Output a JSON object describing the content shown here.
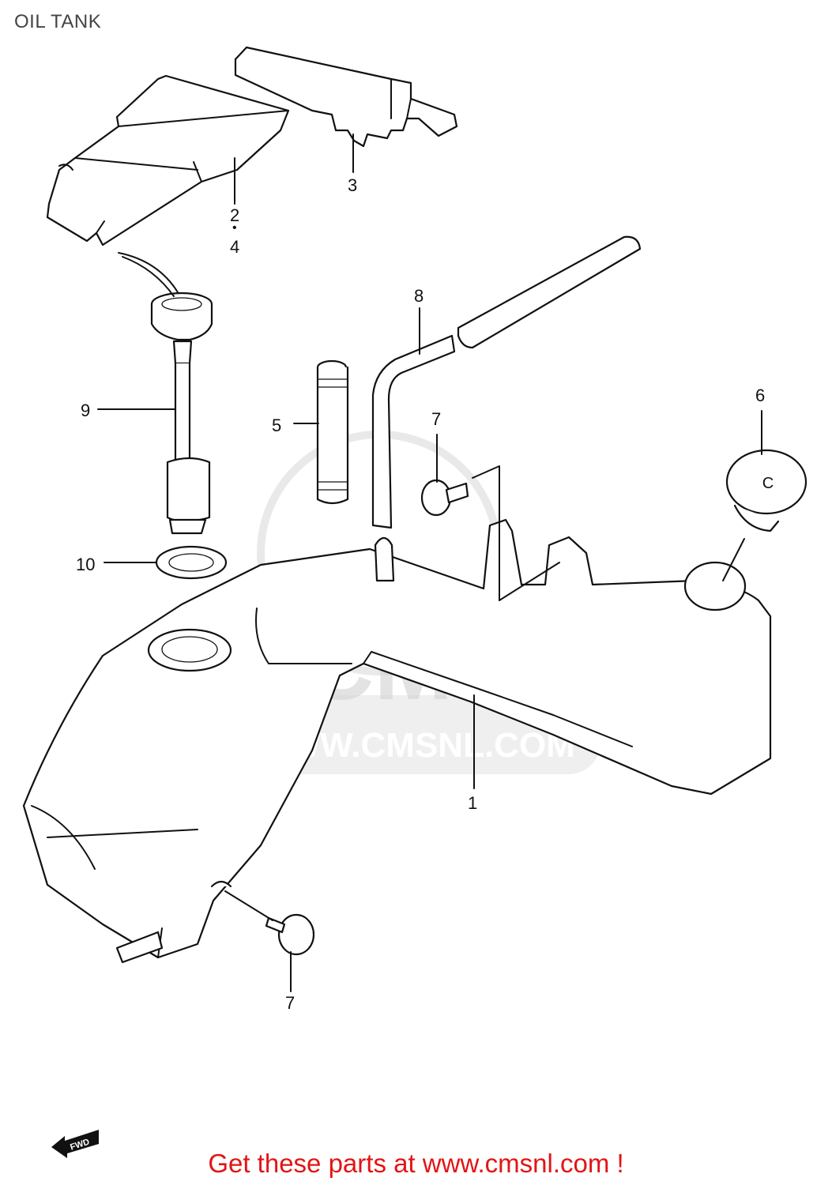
{
  "page": {
    "title": "OIL TANK",
    "footer": "Get these parts at www.cmsnl.com !",
    "fwd_label": "FWD"
  },
  "watermark": {
    "brand": "CMS",
    "url": "WWW.CMSNL.COM"
  },
  "callouts": [
    {
      "id": "1",
      "label": "1"
    },
    {
      "id": "2",
      "label": "2"
    },
    {
      "id": "2b",
      "label": "•"
    },
    {
      "id": "4",
      "label": "4"
    },
    {
      "id": "3",
      "label": "3"
    },
    {
      "id": "5",
      "label": "5"
    },
    {
      "id": "6",
      "label": "6"
    },
    {
      "id": "7a",
      "label": "7"
    },
    {
      "id": "7b",
      "label": "7"
    },
    {
      "id": "8",
      "label": "8"
    },
    {
      "id": "9",
      "label": "9"
    },
    {
      "id": "10",
      "label": "10"
    }
  ],
  "colors": {
    "footer_text": "#e31414",
    "title_text": "#444444",
    "line": "#111111",
    "watermark": "#cfcfcf"
  }
}
